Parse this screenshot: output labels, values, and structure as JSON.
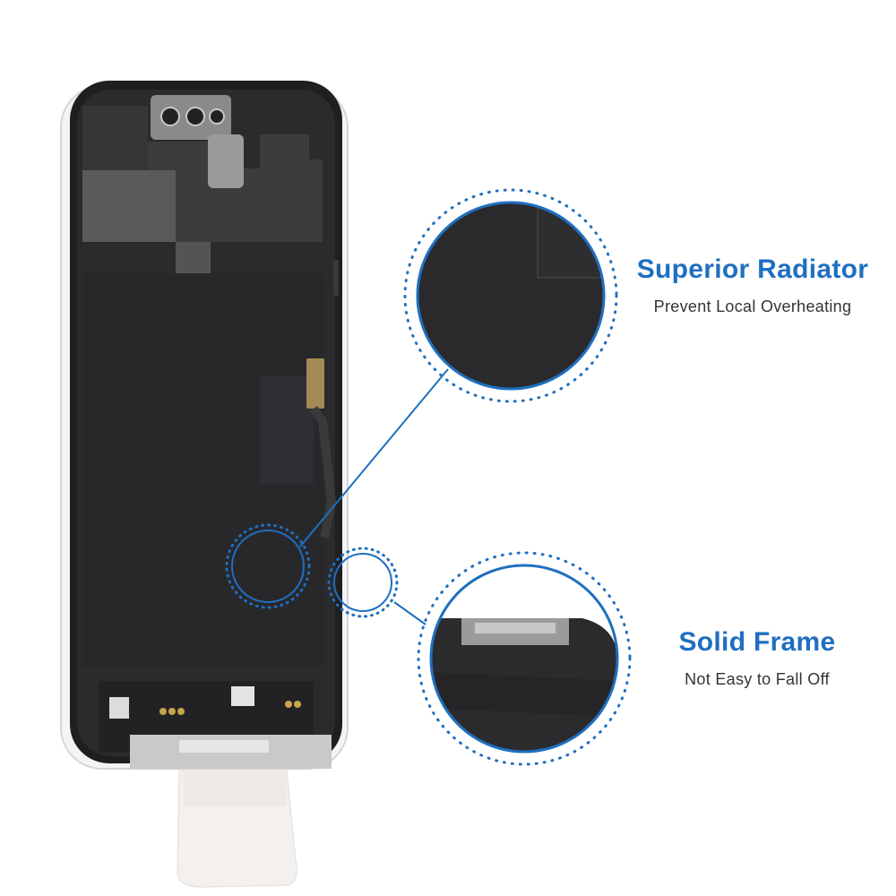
{
  "accent_color": "#1f6fc0",
  "features": [
    {
      "title": "Superior Radiator",
      "subtitle": "Prevent Local Overheating"
    },
    {
      "title": "Solid Frame",
      "subtitle": "Not Easy to Fall Off"
    }
  ]
}
